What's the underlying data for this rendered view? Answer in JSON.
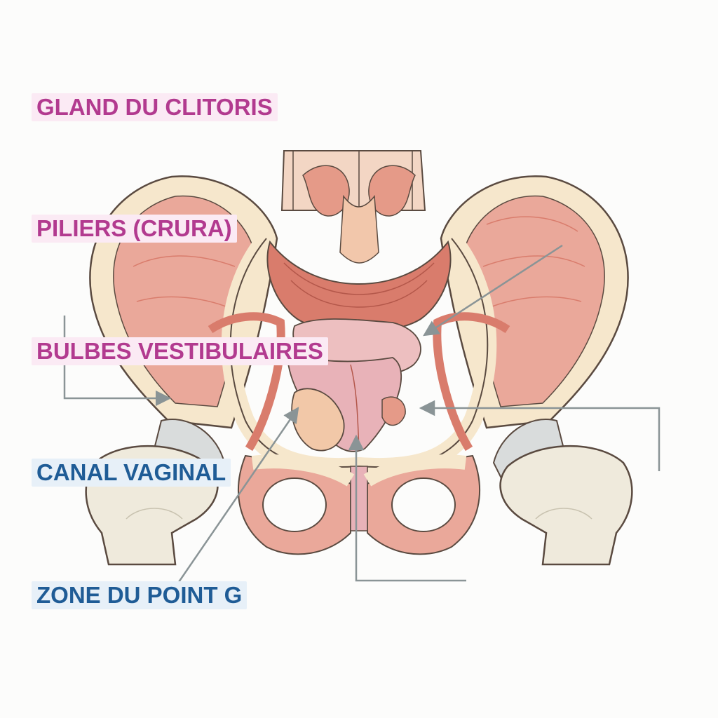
{
  "diagram": {
    "labels": [
      {
        "id": "gland",
        "text": "GLAND DU CLITORIS",
        "group": "pink"
      },
      {
        "id": "crura",
        "text": "PILIERS (CRURA)",
        "group": "pink"
      },
      {
        "id": "bulbes",
        "text": "BULBES VESTIBULAIRES",
        "group": "pink"
      },
      {
        "id": "canal",
        "text": "CANAL VAGINAL",
        "group": "blue"
      },
      {
        "id": "pointg",
        "text": "ZONE DU POINT G",
        "group": "blue"
      }
    ],
    "colors": {
      "pink_label": "#b23a8f",
      "pink_label_bg": "#fbeaf4",
      "blue_label": "#1f5c96",
      "blue_label_bg": "#e7f0f8",
      "leader_line": "#8a9496",
      "bone": "#f6e7cc",
      "bone_outline": "#5a4a40",
      "muscle": "#eaa89a",
      "muscle_dark": "#d97c6c",
      "femur": "#efeadc",
      "cartilage": "#d9dcdc"
    }
  }
}
